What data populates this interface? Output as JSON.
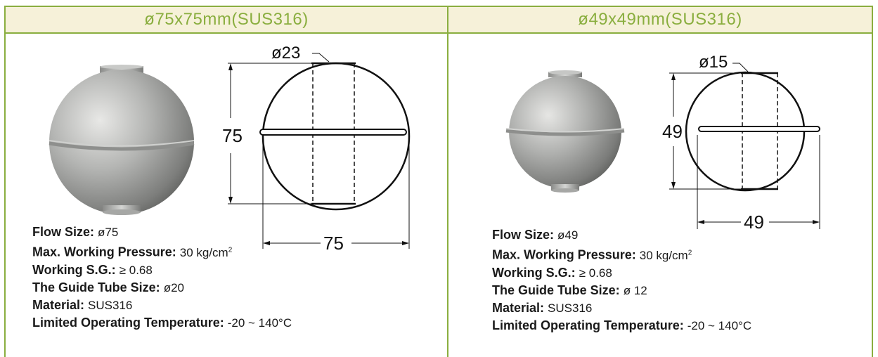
{
  "header": {
    "left_title": "ø75x75mm(SUS316)",
    "right_title": "ø49x49mm(SUS316)"
  },
  "left": {
    "drawing": {
      "tube_label": "ø23",
      "height_label": "75",
      "width_label": "75"
    },
    "specs": [
      {
        "label": "Flow Size:",
        "value": "ø75"
      },
      {
        "label": "Max. Working Pressure:",
        "value": "30 kg/cm",
        "sup": "2"
      },
      {
        "label": "Working S.G.:",
        "value": "≥ 0.68"
      },
      {
        "label": "The Guide Tube Size:",
        "value": "ø20"
      },
      {
        "label": "Material:",
        "value": "SUS316"
      },
      {
        "label": "Limited Operating Temperature:",
        "value": "-20 ~ 140°C"
      }
    ]
  },
  "right": {
    "drawing": {
      "tube_label": "ø15",
      "height_label": "49",
      "width_label": "49"
    },
    "specs": [
      {
        "label": "Flow Size:",
        "value": "ø49"
      },
      {
        "label": "Max. Working Pressure:",
        "value": "30 kg/cm",
        "sup": "2"
      },
      {
        "label": "Working S.G.:",
        "value": "≥ 0.68"
      },
      {
        "label": "The Guide Tube Size:",
        "value": "ø 12"
      },
      {
        "label": "Material:",
        "value": "SUS316"
      },
      {
        "label": "Limited Operating Temperature:",
        "value": "-20 ~ 140°C"
      }
    ]
  },
  "colors": {
    "accent_green": "#8aae3f",
    "header_bg": "#f6f1d9"
  }
}
